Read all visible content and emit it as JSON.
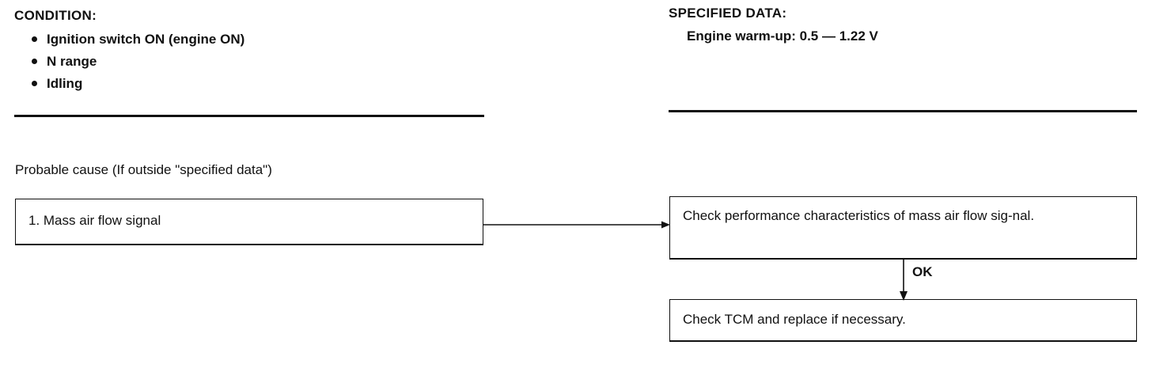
{
  "condition": {
    "heading": "CONDITION:",
    "items": [
      "Ignition switch ON (engine ON)",
      "N range",
      "Idling"
    ]
  },
  "specified_data": {
    "heading": "SPECIFIED DATA:",
    "value": "Engine warm-up: 0.5 — 1.22 V"
  },
  "probable_cause": {
    "caption": "Probable cause (If outside \"specified data\")",
    "item": "1. Mass air flow signal"
  },
  "flow": {
    "step1": "Check performance characteristics of mass air flow sig-nal.",
    "ok_label": "OK",
    "step2": "Check TCM and replace if necessary."
  }
}
